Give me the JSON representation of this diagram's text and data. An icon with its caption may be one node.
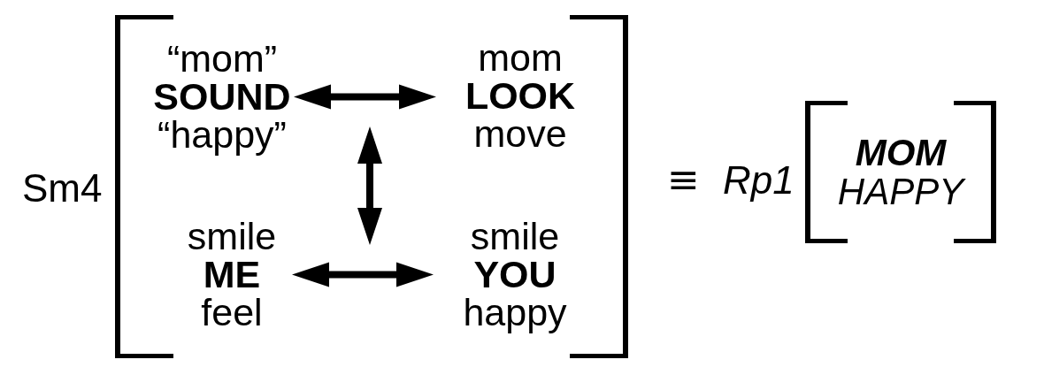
{
  "diagram": {
    "nodes": [
      {
        "text": [],
        "shape": "bracket",
        "beside": [
          "Sm4"
        ]
      },
      {
        "text": [
          "“mom”",
          "SOUND",
          "“happy”"
        ],
        "in": 0
      },
      {
        "text": [
          "mom",
          "LOOK",
          "move"
        ],
        "in": 0
      },
      {
        "text": [
          "smile",
          "ME",
          "feel"
        ],
        "in": 0
      },
      {
        "text": [
          "smile",
          "YOU",
          "happy"
        ],
        "in": 0
      },
      {
        "text": [
          "MOM",
          "HAPPY"
        ],
        "beside": [
          "Rp1"
        ]
      }
    ],
    "edges": [
      {
        "from": 1,
        "to": 2,
        "arrow": "both"
      },
      {
        "from": 3,
        "to": 4,
        "arrow": "both"
      }
    ],
    "labels": [
      "≡"
    ]
  }
}
